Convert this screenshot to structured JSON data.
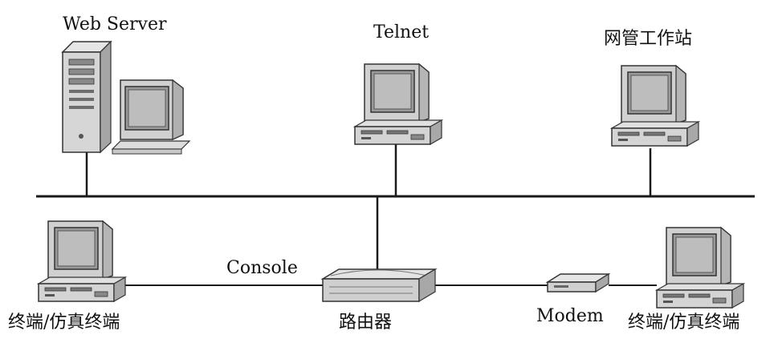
{
  "labels": {
    "web_server": "Web Server",
    "telnet": "Telnet",
    "nms_workstation": "网管工作站",
    "terminal_left": "终端/仿真终端",
    "console": "Console",
    "router": "路由器",
    "modem": "Modem",
    "terminal_right": "终端/仿真终端"
  },
  "colors": {
    "line": "#1a1a1a",
    "device_light": "#d9d9d9",
    "device_mid": "#a8a8a8",
    "device_dark": "#555555",
    "screen": "#9a9a9a"
  }
}
